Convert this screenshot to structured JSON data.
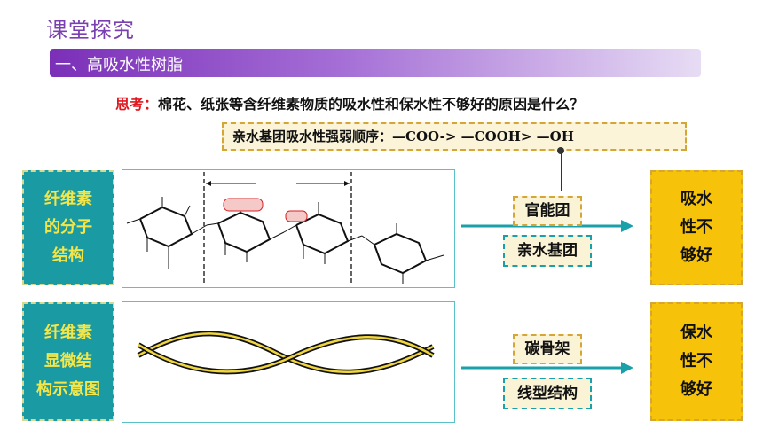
{
  "header": {
    "page_title": "课堂探究",
    "section_label": "一、高吸水性树脂"
  },
  "question": {
    "prefix": "思考：",
    "text": "棉花、纸张等含纤维素物质的吸水性和保水性不够好的原因是什么？"
  },
  "order_note": "亲水基团吸水性强弱顺序：—COO-> —COOH> —OH",
  "rows": [
    {
      "left_label_lines": [
        "纤维素",
        "的分子",
        "结构"
      ],
      "upper_tag": "官能团",
      "lower_tag": "亲水基团",
      "result_lines": [
        "吸水",
        "性不",
        "够好"
      ]
    },
    {
      "left_label_lines": [
        "纤维素",
        "显微结",
        "构示意图"
      ],
      "upper_tag": "碳骨架",
      "lower_tag": "线型结构",
      "result_lines": [
        "保水",
        "性不",
        "够好"
      ]
    }
  ],
  "colors": {
    "accent_purple": "#7b2fb8",
    "teal": "#1a9aa3",
    "yellow": "#f7c20a",
    "red": "#e0161e"
  }
}
